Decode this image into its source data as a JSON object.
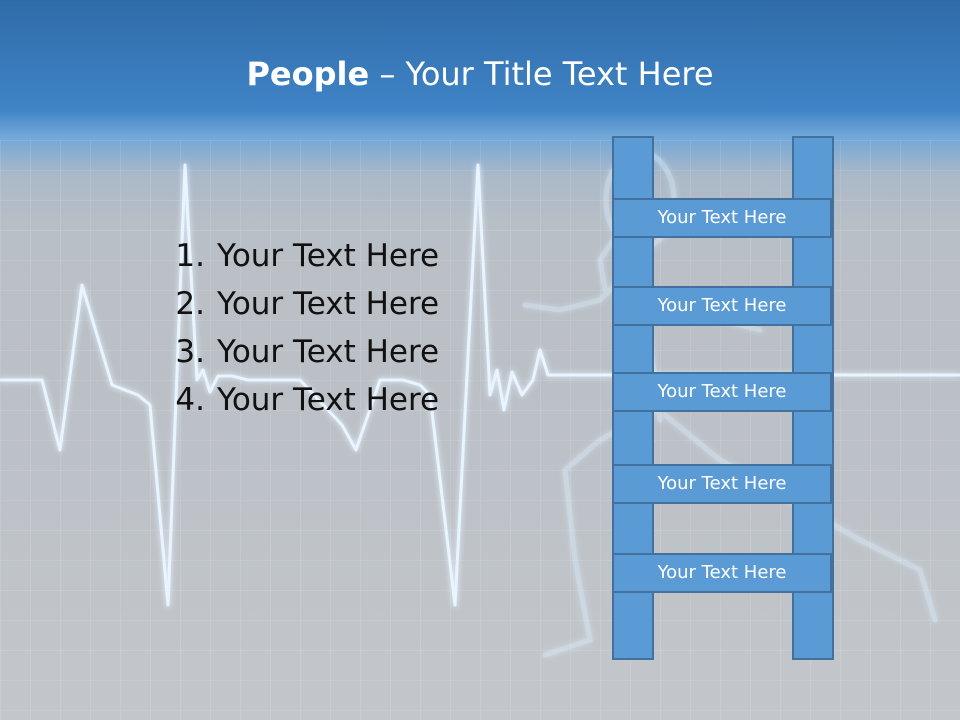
{
  "title": {
    "bold": "People",
    "rest": " – Your Title Text Here"
  },
  "list": {
    "items": [
      {
        "number": "1.",
        "text": "Your Text Here"
      },
      {
        "number": "2.",
        "text": "Your Text Here"
      },
      {
        "number": "3.",
        "text": "Your Text Here"
      },
      {
        "number": "4.",
        "text": "Your Text Here"
      }
    ]
  },
  "ladder": {
    "rungs": [
      "Your Text Here",
      "Your Text Here",
      "Your Text Here",
      "Your Text Here",
      "Your Text Here"
    ]
  },
  "colors": {
    "header_blue": "#3f84c6",
    "shape_fill": "#5b9bd5",
    "shape_border": "#41719c",
    "ecg_line": "#e8f4ff"
  }
}
